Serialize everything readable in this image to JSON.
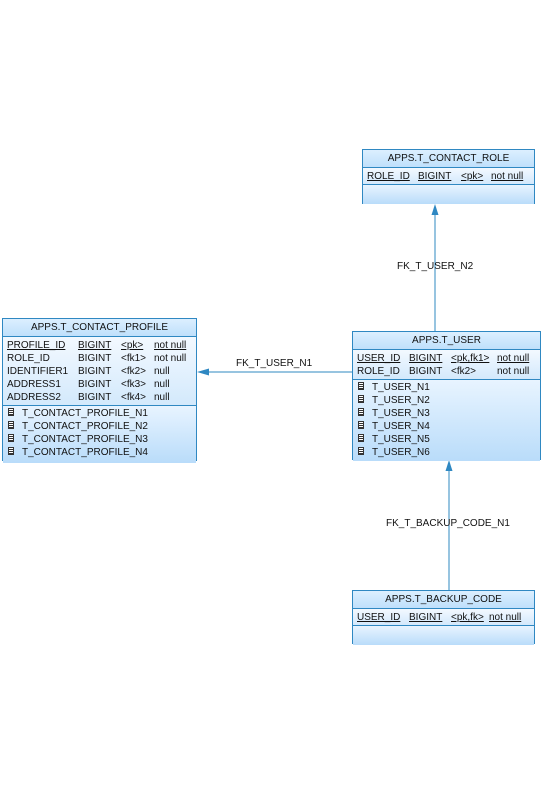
{
  "entities": {
    "contact_role": {
      "title": "APPS.T_CONTACT_ROLE",
      "columns": [
        {
          "name": "ROLE_ID",
          "type": "BIGINT",
          "key": "<pk>",
          "nullability": "not null"
        }
      ],
      "indexes": []
    },
    "contact_profile": {
      "title": "APPS.T_CONTACT_PROFILE",
      "columns": [
        {
          "name": "PROFILE_ID",
          "type": "BIGINT",
          "key": "<pk>",
          "nullability": "not null"
        },
        {
          "name": "ROLE_ID",
          "type": "BIGINT",
          "key": "<fk1>",
          "nullability": "not null"
        },
        {
          "name": "IDENTIFIER1",
          "type": "BIGINT",
          "key": "<fk2>",
          "nullability": "null"
        },
        {
          "name": "ADDRESS1",
          "type": "BIGINT",
          "key": "<fk3>",
          "nullability": "null"
        },
        {
          "name": "ADDRESS2",
          "type": "BIGINT",
          "key": "<fk4>",
          "nullability": "null"
        }
      ],
      "indexes": [
        "T_CONTACT_PROFILE_N1",
        "T_CONTACT_PROFILE_N2",
        "T_CONTACT_PROFILE_N3",
        "T_CONTACT_PROFILE_N4"
      ]
    },
    "user": {
      "title": "APPS.T_USER",
      "columns": [
        {
          "name": "USER_ID",
          "type": "BIGINT",
          "key": "<pk,fk1>",
          "nullability": "not null"
        },
        {
          "name": "ROLE_ID",
          "type": "BIGINT",
          "key": "<fk2>",
          "nullability": "not null"
        }
      ],
      "indexes": [
        "T_USER_N1",
        "T_USER_N2",
        "T_USER_N3",
        "T_USER_N4",
        "T_USER_N5",
        "T_USER_N6"
      ]
    },
    "backup_code": {
      "title": "APPS.T_BACKUP_CODE",
      "columns": [
        {
          "name": "USER_ID",
          "type": "BIGINT",
          "key": "<pk,fk>",
          "nullability": "not null"
        }
      ],
      "indexes": []
    }
  },
  "relationships": [
    {
      "name": "FK_T_USER_N2",
      "from": "APPS.T_USER",
      "to": "APPS.T_CONTACT_ROLE"
    },
    {
      "name": "FK_T_USER_N1",
      "from": "APPS.T_USER",
      "to": "APPS.T_CONTACT_PROFILE"
    },
    {
      "name": "FK_T_BACKUP_CODE_N1",
      "from": "APPS.T_BACKUP_CODE",
      "to": "APPS.T_USER"
    }
  ],
  "colors": {
    "line": "#2f88c2",
    "header": "#bfe0fb",
    "text": "#111111"
  }
}
